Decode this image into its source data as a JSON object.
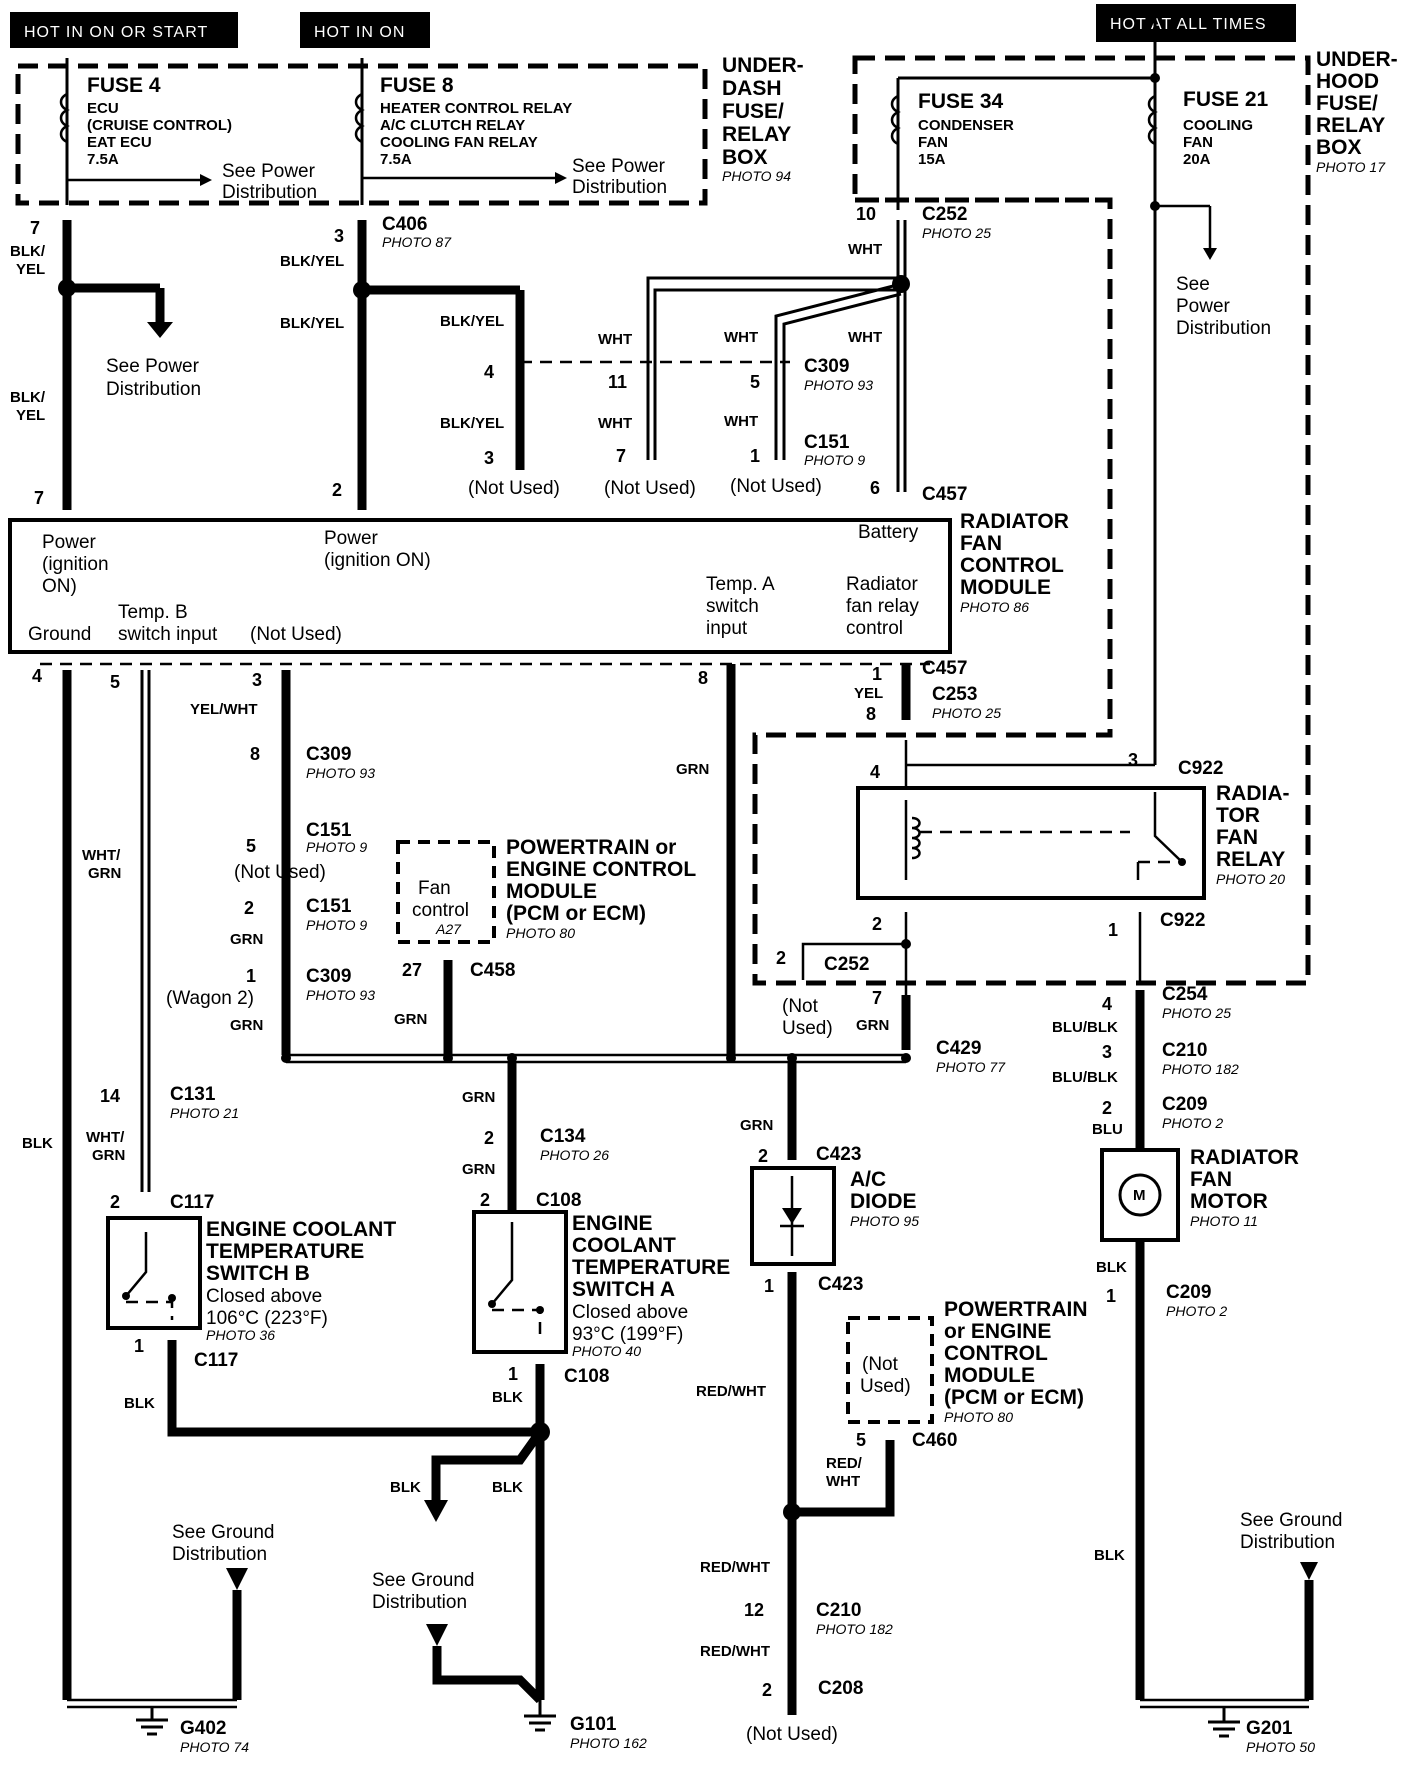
{
  "badges": {
    "hot_on_or_start": "HOT IN ON OR START",
    "hot_on": "HOT IN ON",
    "hot_all_times": "HOT AT ALL TIMES"
  },
  "underdash_box": {
    "label_lines": [
      "UNDER-",
      "DASH",
      "FUSE/",
      "RELAY",
      "BOX"
    ],
    "photo": "PHOTO 94",
    "fuse4": {
      "name": "FUSE 4",
      "lines": [
        "ECU",
        "(CRUISE CONTROL)",
        "EAT ECU",
        "7.5A"
      ]
    },
    "fuse8": {
      "name": "FUSE 8",
      "lines": [
        "HEATER CONTROL RELAY",
        "A/C CLUTCH RELAY",
        "COOLING FAN RELAY",
        "7.5A"
      ]
    },
    "see_power_lines": [
      "See Power",
      "Distribution"
    ]
  },
  "underhood_box": {
    "label_lines": [
      "UNDER-",
      "HOOD",
      "FUSE/",
      "RELAY",
      "BOX"
    ],
    "photo": "PHOTO 17",
    "fuse34": {
      "name": "FUSE 34",
      "lines": [
        "CONDENSER",
        "FAN",
        "15A"
      ]
    },
    "fuse21": {
      "name": "FUSE 21",
      "lines": [
        "COOLING",
        "FAN",
        "20A"
      ]
    },
    "see_power_lines": [
      "See",
      "Power",
      "Distribution"
    ]
  },
  "connectors": {
    "c406": "C406",
    "c406_photo": "PHOTO 87",
    "c252": "C252",
    "c252_photo": "PHOTO 25",
    "c309": "C309",
    "c309_photo": "PHOTO 93",
    "c151": "C151",
    "c151_photo": "PHOTO 9",
    "c457": "C457",
    "c253": "C253",
    "c253_photo": "PHOTO 25",
    "c922": "C922",
    "c458": "C458",
    "c429": "C429",
    "c429_photo": "PHOTO 77",
    "c254": "C254",
    "c254_photo": "PHOTO 25",
    "c210": "C210",
    "c210_photo": "PHOTO 182",
    "c209": "C209",
    "c209_photo": "PHOTO 2",
    "c131": "C131",
    "c131_photo": "PHOTO 21",
    "c134": "C134",
    "c134_photo": "PHOTO 26",
    "c108": "C108",
    "c117": "C117",
    "c423": "C423",
    "c460": "C460",
    "c208": "C208",
    "g402": "G402",
    "g402_photo": "PHOTO 74",
    "g101": "G101",
    "g101_photo": "PHOTO 162",
    "g201": "G201",
    "g201_photo": "PHOTO 50"
  },
  "wires": {
    "blk_yel": "BLK/YEL",
    "blk": "BLK",
    "yel": "BLK/",
    "yel2": "YEL",
    "wht": "WHT",
    "yel_wht": "YEL/WHT",
    "grn": "GRN",
    "wht_grn_a": "WHT/",
    "wht_grn_b": "GRN",
    "yel_only": "YEL",
    "blu_blk": "BLU/BLK",
    "blu": "BLU",
    "red_wht": "RED/WHT",
    "red_a": "RED/",
    "red_b": "WHT"
  },
  "not_used": "(Not Used)",
  "not_used_split": [
    "(Not",
    "Used)"
  ],
  "wagon": "(Wagon 2)",
  "rfcm": {
    "label_lines": [
      "RADIATOR",
      "FAN",
      "CONTROL",
      "MODULE"
    ],
    "photo": "PHOTO 86",
    "power_ign": [
      "Power",
      "(ignition",
      "ON)"
    ],
    "power_on": [
      "Power",
      "(ignition ON)"
    ],
    "battery": "Battery",
    "ground": "Ground",
    "temp_b": [
      "Temp. B",
      "switch input"
    ],
    "not_used": "(Not Used)",
    "temp_a": [
      "Temp. A",
      "switch",
      "input"
    ],
    "relay_ctrl": [
      "Radiator",
      "fan relay",
      "control"
    ]
  },
  "pcm_top": {
    "label_lines": [
      "POWERTRAIN or",
      "ENGINE CONTROL",
      "MODULE",
      "(PCM or ECM)"
    ],
    "photo": "PHOTO 80",
    "inner": [
      "Fan",
      "control"
    ],
    "pin": "A27"
  },
  "pcm_bottom": {
    "label_lines": [
      "POWERTRAIN",
      "or ENGINE",
      "CONTROL",
      "MODULE",
      "(PCM or ECM)"
    ],
    "photo": "PHOTO 80",
    "inner": [
      "(Not",
      "Used)"
    ]
  },
  "relay": {
    "label_lines": [
      "RADIA-",
      "TOR",
      "FAN",
      "RELAY"
    ],
    "photo": "PHOTO 20"
  },
  "motor": {
    "label_lines": [
      "RADIATOR",
      "FAN",
      "MOTOR"
    ],
    "photo": "PHOTO 11",
    "symbol": "M"
  },
  "switch_b": {
    "label_lines": [
      "ENGINE COOLANT",
      "TEMPERATURE",
      "SWITCH B"
    ],
    "desc": [
      "Closed above",
      "106°C (223°F)"
    ],
    "photo": "PHOTO 36"
  },
  "switch_a": {
    "label_lines": [
      "ENGINE",
      "COOLANT",
      "TEMPERATURE",
      "SWITCH A"
    ],
    "desc": [
      "Closed above",
      "93°C (199°F)"
    ],
    "photo": "PHOTO 40"
  },
  "diode": {
    "label_lines": [
      "A/C",
      "DIODE"
    ],
    "photo": "PHOTO 95"
  },
  "ground_dist": [
    "See Ground",
    "Distribution"
  ],
  "see_power": [
    "See Power",
    "Distribution"
  ],
  "pins": {
    "p7": "7",
    "p3": "3",
    "p10": "10",
    "p4": "4",
    "p11": "11",
    "p5": "5",
    "p1": "1",
    "p2": "2",
    "p6": "6",
    "p8": "8",
    "p27": "27",
    "p14": "14",
    "p12": "12"
  }
}
